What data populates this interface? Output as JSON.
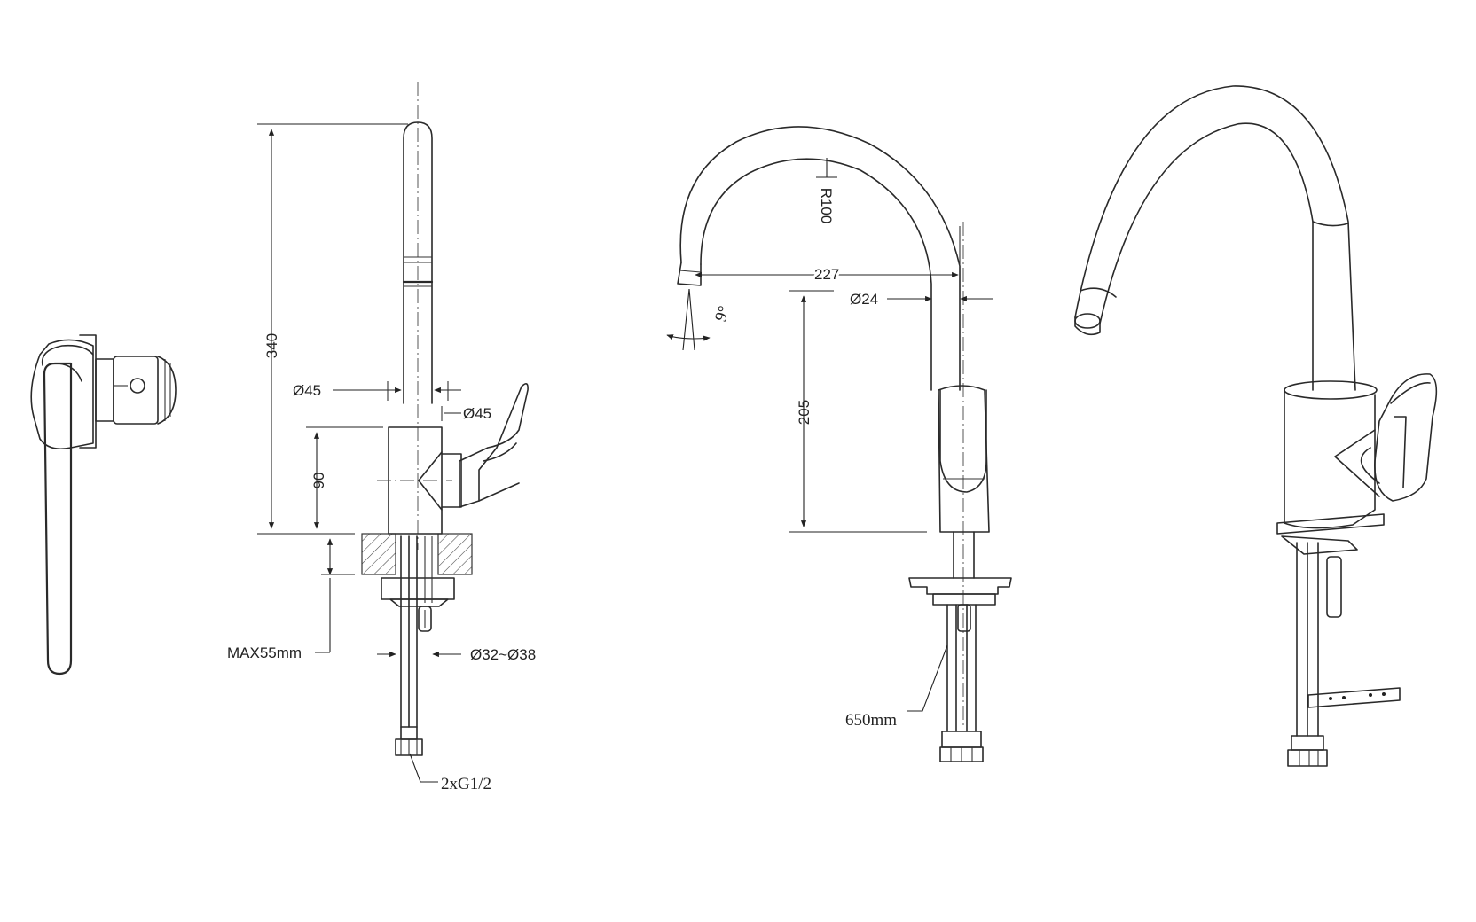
{
  "dimensions": {
    "height_total": "340",
    "body_height": "90",
    "spout_diameter": "Ø45",
    "body_diameter": "Ø45",
    "max_counter": "MAX55mm",
    "hole_diameter": "Ø32~Ø38",
    "connection": "2xG1/2",
    "radius": "R100",
    "reach": "227",
    "outlet_diameter": "Ø24",
    "spout_height": "205",
    "angle": "9°",
    "hose_length": "650mm"
  },
  "colors": {
    "line": "#2a2a2a",
    "background": "#ffffff"
  }
}
